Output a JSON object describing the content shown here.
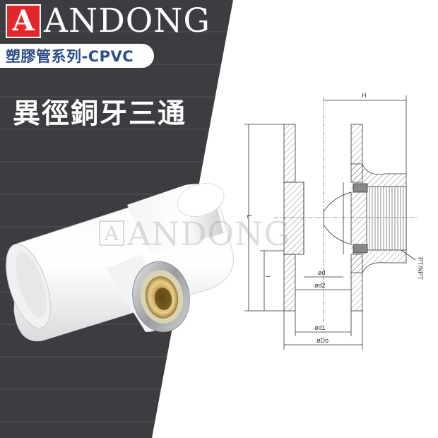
{
  "brand": {
    "logo_letter": "A",
    "name": "ANDONG",
    "accent_color": "#e3262b"
  },
  "series": {
    "label": "塑膠管系列-CPVC",
    "color": "#2d4c8a"
  },
  "product": {
    "title": "異徑銅牙三通"
  },
  "watermark": {
    "logo_letter": "A",
    "text": "ANDONG"
  },
  "drawing": {
    "labels": {
      "H": "H",
      "L": "L",
      "I": "I",
      "od": "ød",
      "od2": "ød2",
      "od1": "ød1",
      "oDo": "øDo",
      "thread": "PT/NPT"
    }
  },
  "colors": {
    "panel_dark": "#3b3d40",
    "background": "#ffffff"
  }
}
